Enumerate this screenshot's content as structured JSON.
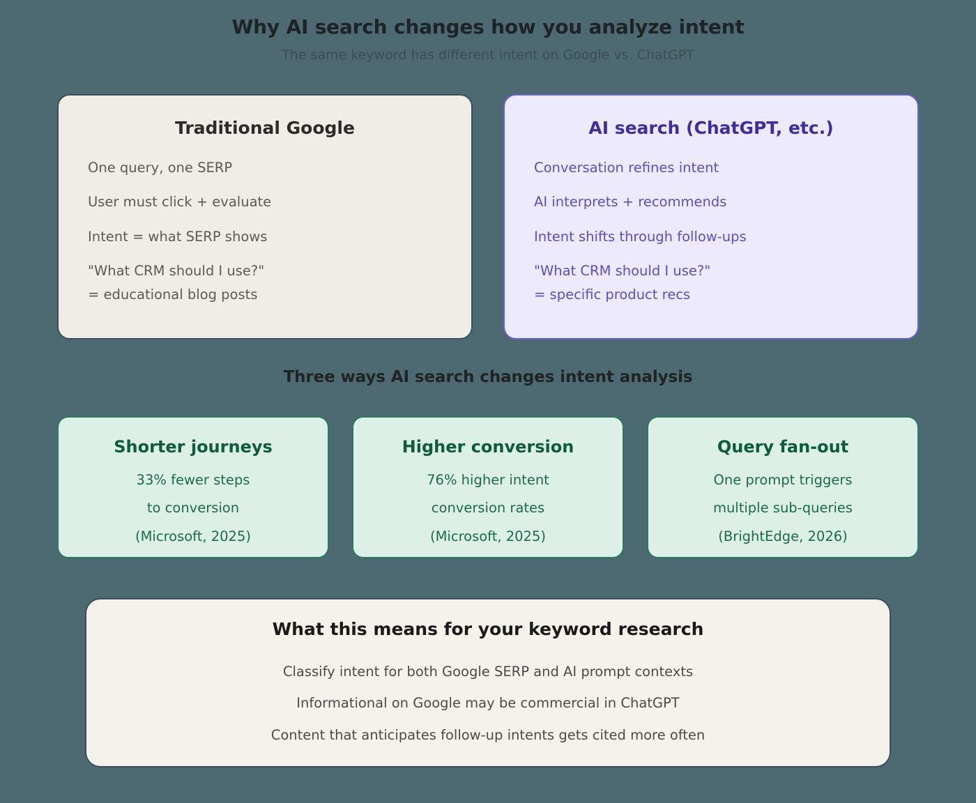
{
  "header": {
    "title": "Why AI search changes how you analyze intent",
    "subtitle": "The same keyword has different intent on Google vs. ChatGPT"
  },
  "comparison": {
    "google": {
      "title": "Traditional Google",
      "lines": [
        "One query, one SERP",
        "User must click + evaluate",
        "Intent = what SERP shows",
        "\"What CRM should I use?\"",
        "= educational blog posts"
      ],
      "bg_color": "#f0ede6",
      "border_color": "#3a4f57",
      "title_color": "#2c2c2c",
      "text_color": "#5a5a56"
    },
    "ai": {
      "title": "AI search (ChatGPT, etc.)",
      "lines": [
        "Conversation refines intent",
        "AI interprets + recommends",
        "Intent shifts through follow-ups",
        "\"What CRM should I use?\"",
        "= specific product recs"
      ],
      "bg_color": "#eceafc",
      "border_color": "#6b5fd4",
      "title_color": "#3d2f9e",
      "text_color": "#5a4fc4"
    }
  },
  "section": {
    "heading": "Three ways AI search changes intent analysis",
    "cards": [
      {
        "title": "Shorter journeys",
        "lines": [
          "33% fewer steps",
          "to conversion",
          "(Microsoft, 2025)"
        ]
      },
      {
        "title": "Higher conversion",
        "lines": [
          "76% higher intent",
          "conversion rates",
          "(Microsoft, 2025)"
        ]
      },
      {
        "title": "Query fan-out",
        "lines": [
          "One prompt triggers",
          "multiple sub-queries",
          "(BrightEdge, 2026)"
        ]
      }
    ],
    "bg_color": "#ddf0e7",
    "border_color": "#2a7a5e",
    "title_color": "#0d5c3e",
    "text_color": "#1a6b4a"
  },
  "summary": {
    "title": "What this means for your keyword research",
    "lines": [
      "Classify intent for both Google SERP and AI prompt contexts",
      "Informational on Google may be commercial in ChatGPT",
      "Content that anticipates follow-up intents gets cited more often"
    ],
    "bg_color": "#f4f2ea",
    "border_color": "#3a4f57"
  },
  "page_background": "#4d6a73"
}
